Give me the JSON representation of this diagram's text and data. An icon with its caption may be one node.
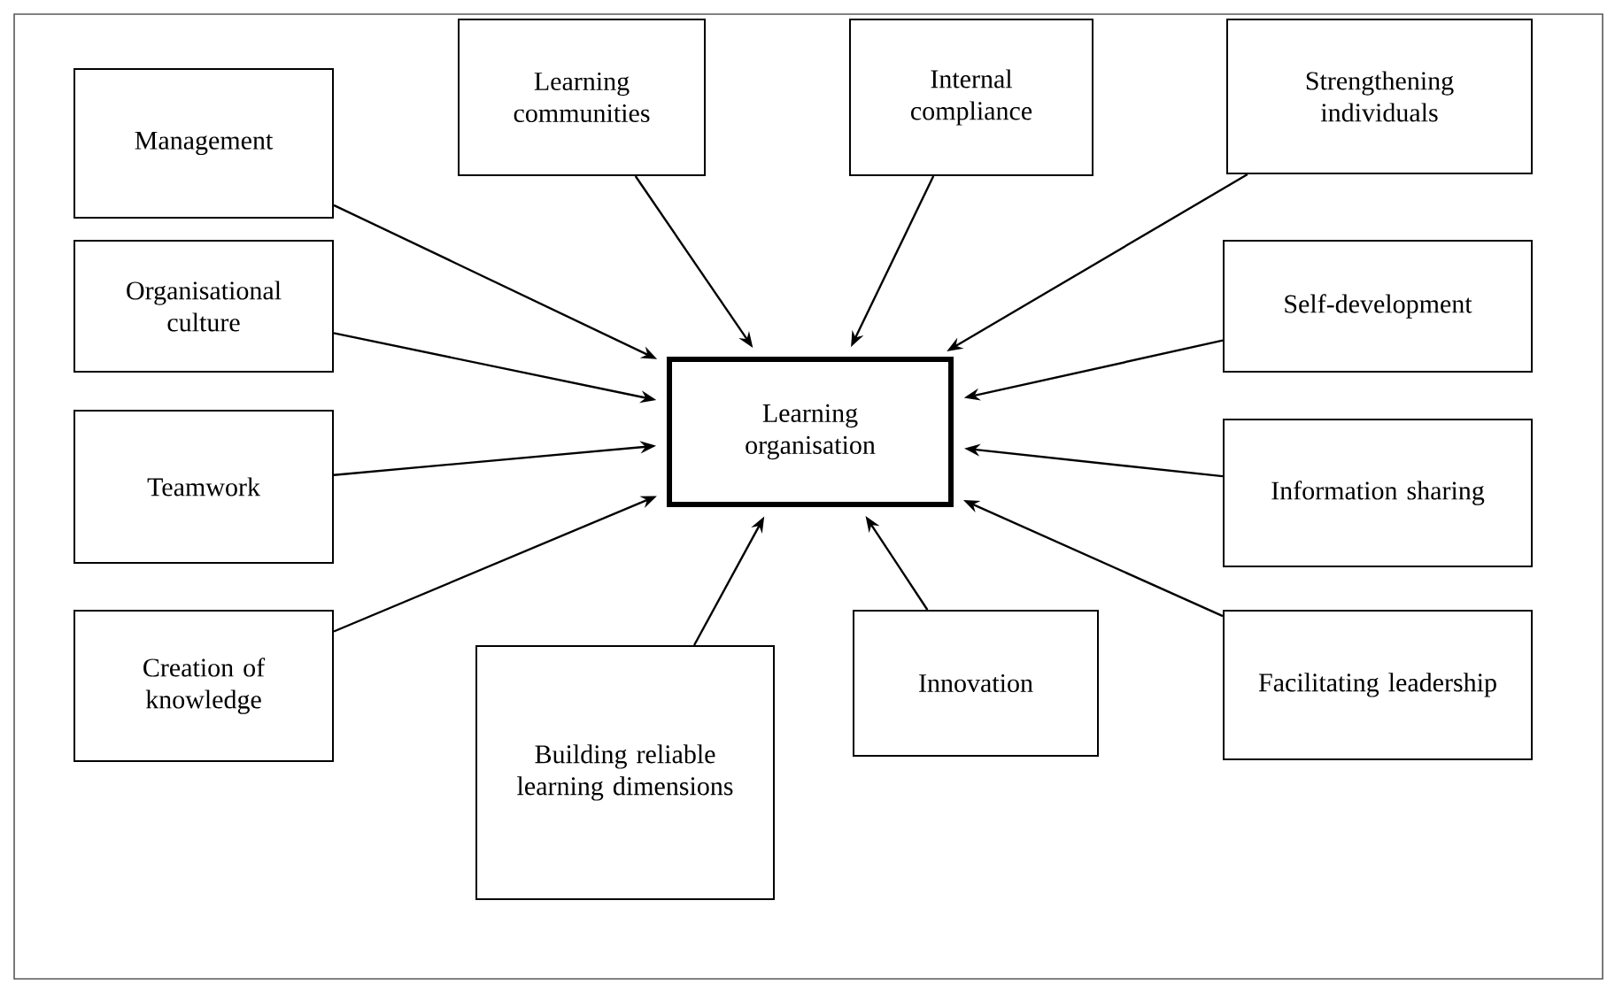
{
  "diagram": {
    "nodes": [
      {
        "text": [
          "Management"
        ]
      },
      {
        "text": [
          "Learning communities"
        ]
      },
      {
        "text": [
          "Internal compliance"
        ]
      },
      {
        "text": [
          "Strengthening individuals"
        ]
      },
      {
        "text": [
          "Organisational culture"
        ]
      },
      {
        "text": [
          "Learning organisation"
        ]
      },
      {
        "text": [
          "Self-development"
        ]
      },
      {
        "text": [
          "Teamwork"
        ]
      },
      {
        "text": [
          "Information sharing"
        ]
      },
      {
        "text": [
          "Creation of knowledge"
        ]
      },
      {
        "text": [
          "Building reliable learning dimensions"
        ]
      },
      {
        "text": [
          "Innovation"
        ]
      },
      {
        "text": [
          "Facilitating leadership"
        ]
      }
    ],
    "edges": [
      {
        "from": 0,
        "to": 5,
        "arrow": "to"
      },
      {
        "from": 1,
        "to": 5,
        "arrow": "to"
      },
      {
        "from": 2,
        "to": 5,
        "arrow": "to"
      },
      {
        "from": 3,
        "to": 5,
        "arrow": "to"
      },
      {
        "from": 4,
        "to": 5,
        "arrow": "to"
      },
      {
        "from": 6,
        "to": 5,
        "arrow": "to"
      },
      {
        "from": 7,
        "to": 5,
        "arrow": "to"
      },
      {
        "from": 8,
        "to": 5,
        "arrow": "to"
      },
      {
        "from": 9,
        "to": 5,
        "arrow": "to"
      },
      {
        "from": 10,
        "to": 5,
        "arrow": "to"
      },
      {
        "from": 11,
        "to": 5,
        "arrow": "to"
      },
      {
        "from": 12,
        "to": 5,
        "arrow": "to"
      }
    ]
  }
}
